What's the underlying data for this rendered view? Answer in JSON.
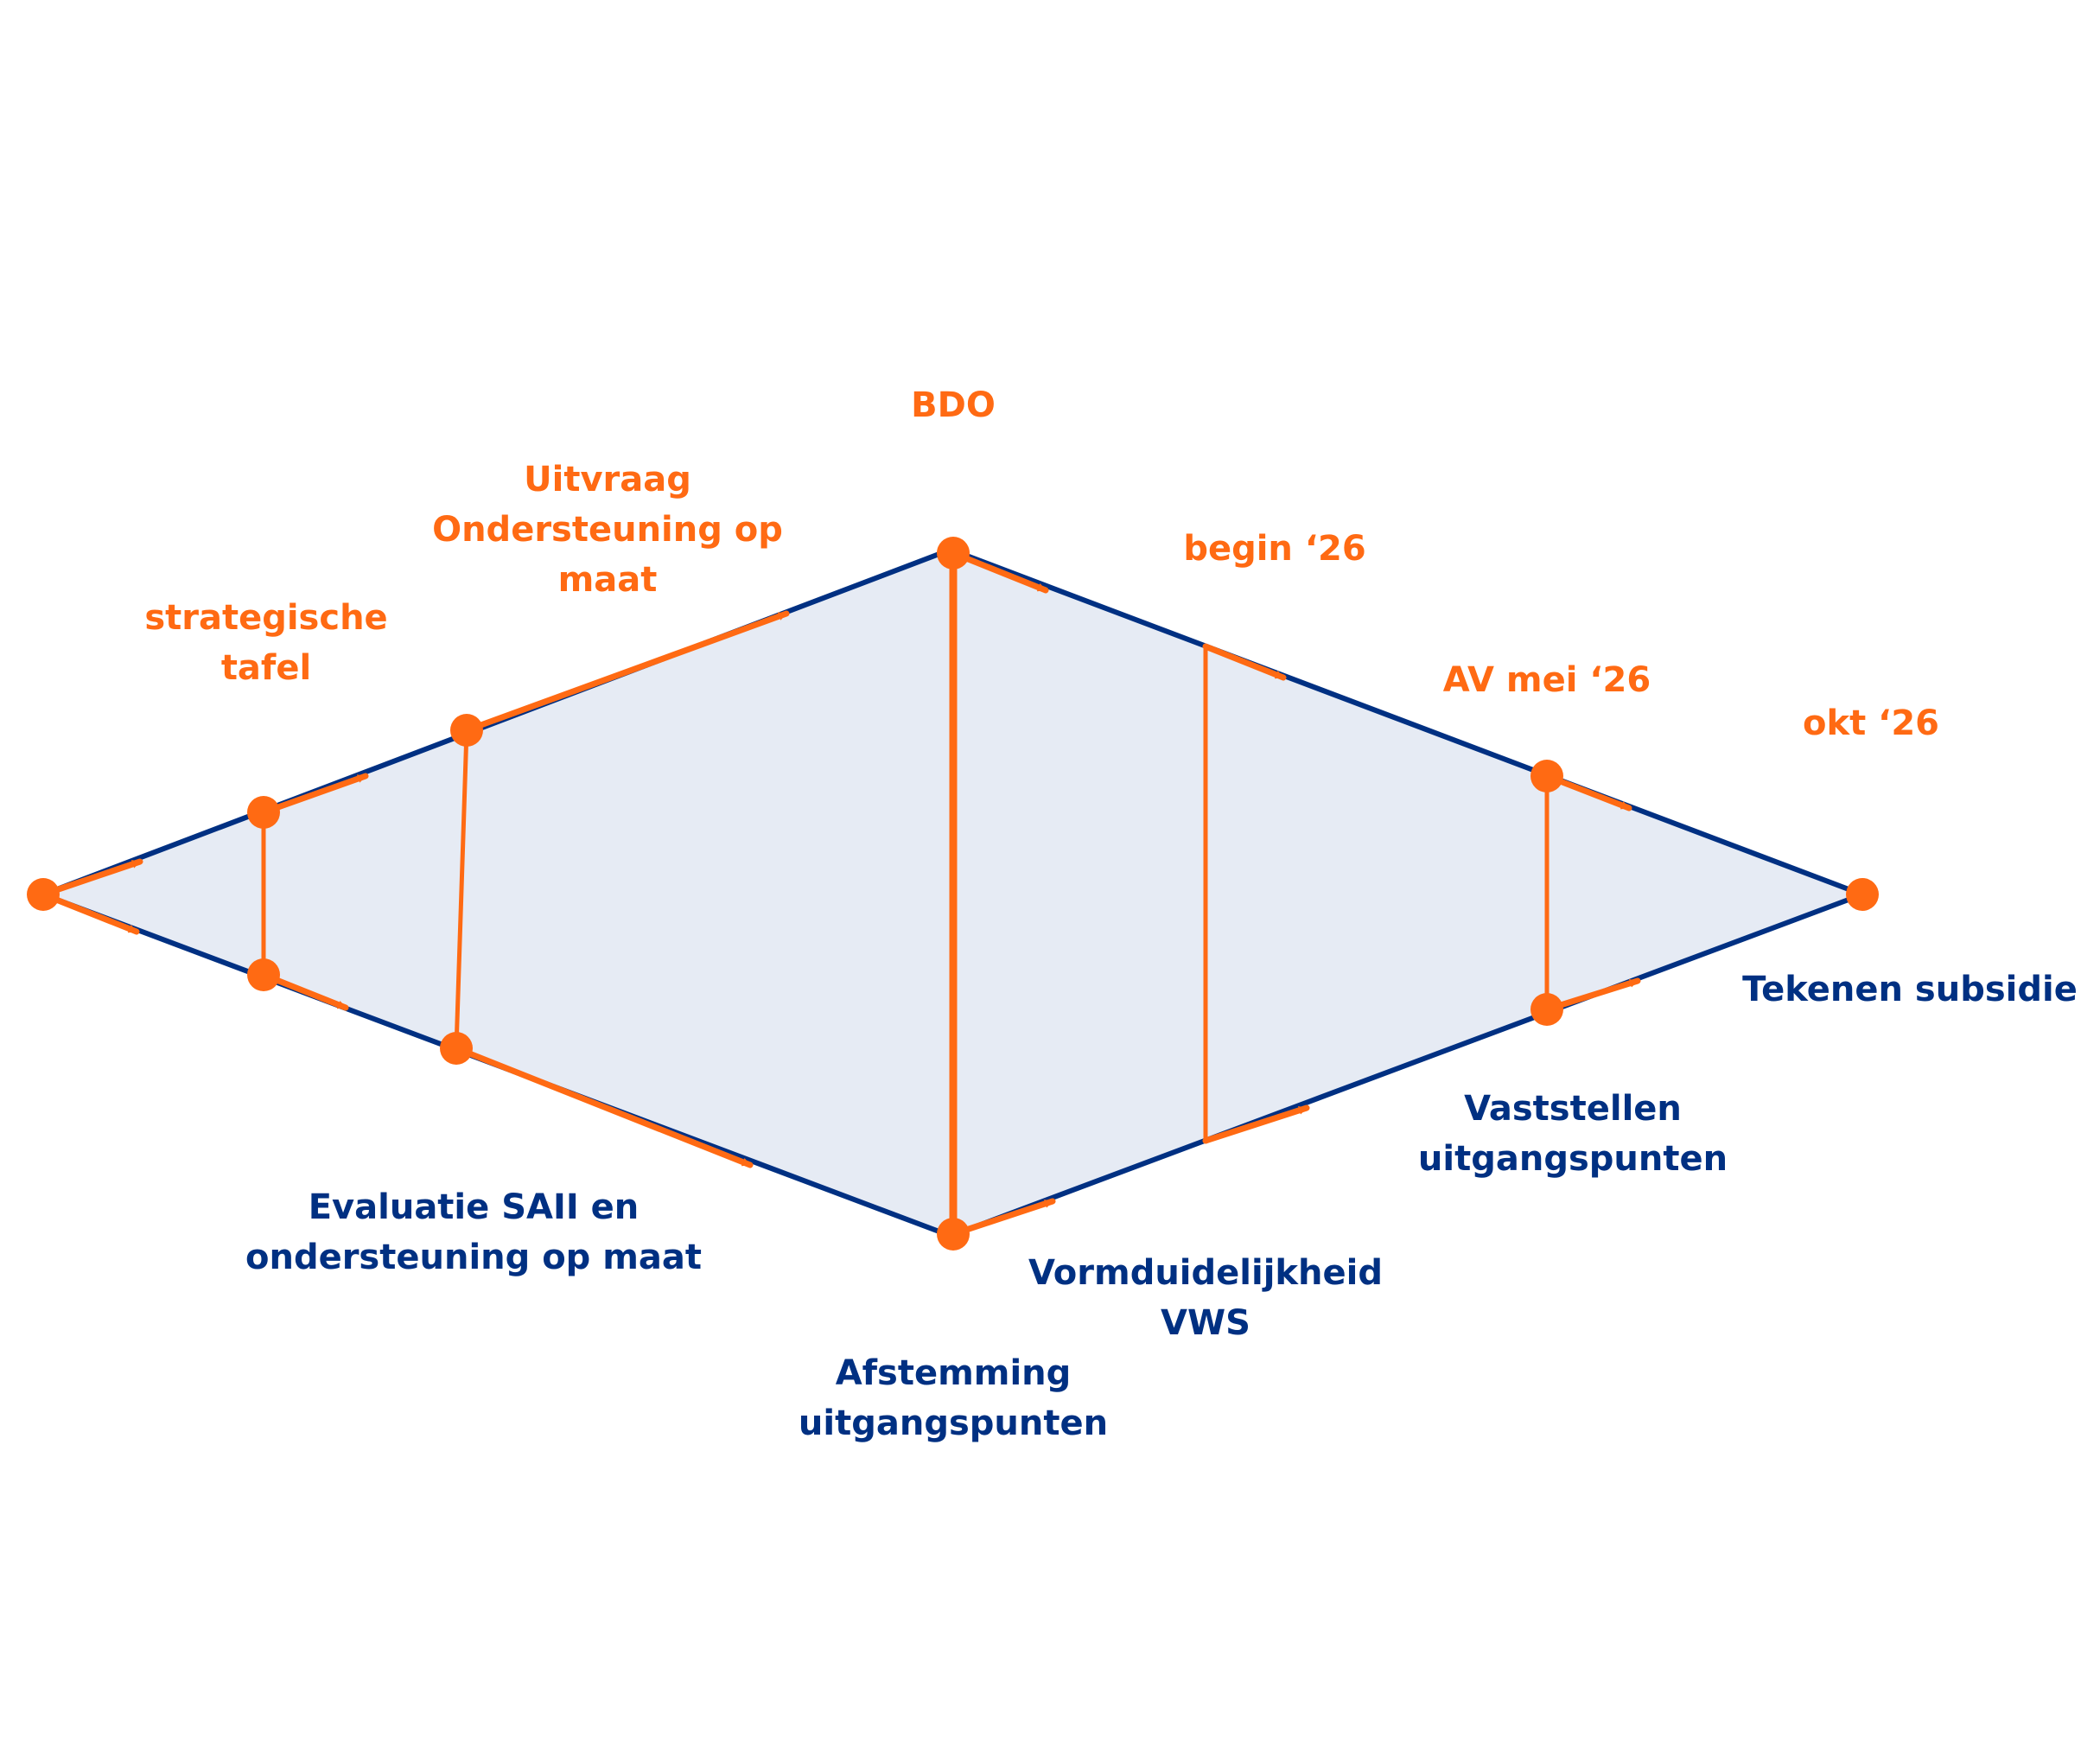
{
  "colors": {
    "navy": "#003082",
    "orange": "#ff6a13",
    "fill": "#e6ebf4"
  },
  "labels": {
    "bdo": "BDO",
    "uitvraag_1": "Uitvraag",
    "uitvraag_2": "Ondersteuning op",
    "uitvraag_3": "maat",
    "strategische_1": "strategische",
    "strategische_2": "tafel",
    "begin26": "begin ‘26",
    "av_mei26": "AV mei ‘26",
    "okt26": "okt ‘26",
    "tekenen": "Tekenen subsidie",
    "vaststellen_1": "Vaststellen",
    "vaststellen_2": "uitgangspunten",
    "vorm_1": "Vormduidelijkheid",
    "vorm_2": "VWS",
    "afstemming_1": "Afstemming",
    "afstemming_2": "uitgangspunten",
    "evaluatie_1": "Evaluatie SAII en",
    "evaluatie_2": "ondersteuning op maat"
  }
}
